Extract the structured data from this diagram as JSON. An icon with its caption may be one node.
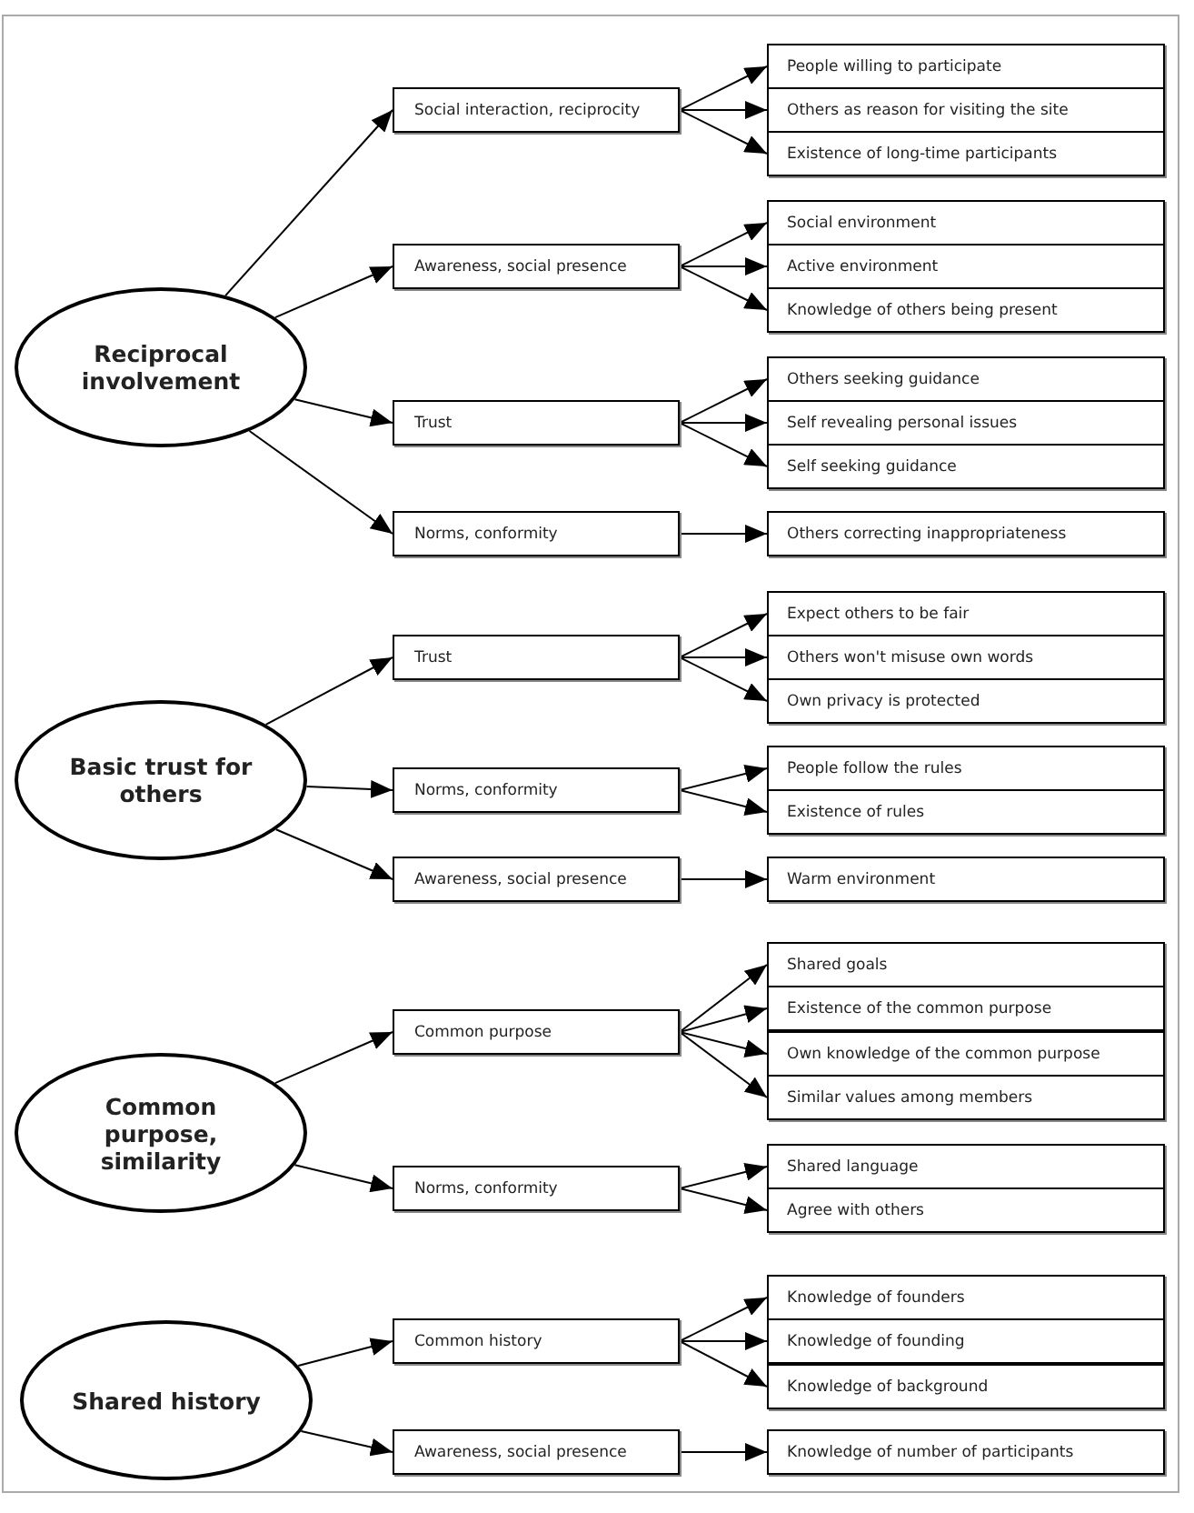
{
  "diagram": {
    "nodes": [
      {
        "text": [
          "Reciprocal involvement"
        ]
      },
      {
        "text": [
          "Social interaction, reciprocity"
        ]
      },
      {
        "text": [
          "People willing to participate"
        ]
      },
      {
        "text": [
          "Others as reason for visiting the site"
        ]
      },
      {
        "text": [
          "Existence of long-time participants"
        ]
      },
      {
        "text": [
          "Awareness, social presence"
        ]
      },
      {
        "text": [
          "Social environment"
        ]
      },
      {
        "text": [
          "Active environment"
        ]
      },
      {
        "text": [
          "Knowledge of others being present"
        ]
      },
      {
        "text": [
          "Trust"
        ]
      },
      {
        "text": [
          "Others seeking guidance"
        ]
      },
      {
        "text": [
          "Self revealing personal issues"
        ]
      },
      {
        "text": [
          "Self seeking guidance"
        ]
      },
      {
        "text": [
          "Norms, conformity"
        ]
      },
      {
        "text": [
          "Others correcting inappropriateness"
        ]
      },
      {
        "text": [
          "Basic trust for others"
        ]
      },
      {
        "text": [
          "Trust"
        ]
      },
      {
        "text": [
          "Expect others to be fair"
        ]
      },
      {
        "text": [
          "Others won't misuse own words"
        ]
      },
      {
        "text": [
          "Own privacy is protected"
        ]
      },
      {
        "text": [
          "Norms, conformity"
        ]
      },
      {
        "text": [
          "People follow the rules"
        ]
      },
      {
        "text": [
          "Existence of rules"
        ]
      },
      {
        "text": [
          "Awareness, social presence"
        ]
      },
      {
        "text": [
          "Warm environment"
        ]
      },
      {
        "text": [
          "Common purpose, similarity"
        ]
      },
      {
        "text": [
          "Common purpose"
        ]
      },
      {
        "text": [
          "Shared goals"
        ]
      },
      {
        "text": [
          "Existence of the common purpose"
        ]
      },
      {
        "text": [
          "Own knowledge of the common purpose"
        ]
      },
      {
        "text": [
          "Similar values among members"
        ]
      },
      {
        "text": [
          "Norms, conformity"
        ]
      },
      {
        "text": [
          "Shared language"
        ]
      },
      {
        "text": [
          "Agree with others"
        ]
      },
      {
        "text": [
          "Shared history"
        ]
      },
      {
        "text": [
          "Common history"
        ]
      },
      {
        "text": [
          "Knowledge of founders"
        ]
      },
      {
        "text": [
          "Knowledge of founding"
        ]
      },
      {
        "text": [
          "Knowledge of background"
        ]
      },
      {
        "text": [
          "Awareness, social presence"
        ]
      },
      {
        "text": [
          "Knowledge of number of participants"
        ]
      }
    ],
    "edges": [
      {
        "from": 0,
        "to": 1,
        "arrow": "to"
      },
      {
        "from": 0,
        "to": 5,
        "arrow": "to"
      },
      {
        "from": 0,
        "to": 9,
        "arrow": "to"
      },
      {
        "from": 0,
        "to": 13,
        "arrow": "to"
      },
      {
        "from": 1,
        "to": 2,
        "arrow": "to"
      },
      {
        "from": 1,
        "to": 3,
        "arrow": "to"
      },
      {
        "from": 1,
        "to": 4,
        "arrow": "to"
      },
      {
        "from": 5,
        "to": 6,
        "arrow": "to"
      },
      {
        "from": 5,
        "to": 7,
        "arrow": "to"
      },
      {
        "from": 5,
        "to": 8,
        "arrow": "to"
      },
      {
        "from": 9,
        "to": 10,
        "arrow": "to"
      },
      {
        "from": 9,
        "to": 11,
        "arrow": "to"
      },
      {
        "from": 9,
        "to": 12,
        "arrow": "to"
      },
      {
        "from": 13,
        "to": 14,
        "arrow": "to"
      },
      {
        "from": 15,
        "to": 16,
        "arrow": "to"
      },
      {
        "from": 15,
        "to": 20,
        "arrow": "to"
      },
      {
        "from": 15,
        "to": 23,
        "arrow": "to"
      },
      {
        "from": 16,
        "to": 17,
        "arrow": "to"
      },
      {
        "from": 16,
        "to": 18,
        "arrow": "to"
      },
      {
        "from": 16,
        "to": 19,
        "arrow": "to"
      },
      {
        "from": 20,
        "to": 21,
        "arrow": "to"
      },
      {
        "from": 20,
        "to": 22,
        "arrow": "to"
      },
      {
        "from": 23,
        "to": 24,
        "arrow": "to"
      },
      {
        "from": 25,
        "to": 26,
        "arrow": "to"
      },
      {
        "from": 25,
        "to": 31,
        "arrow": "to"
      },
      {
        "from": 26,
        "to": 27,
        "arrow": "to"
      },
      {
        "from": 26,
        "to": 28,
        "arrow": "to"
      },
      {
        "from": 26,
        "to": 29,
        "arrow": "to"
      },
      {
        "from": 26,
        "to": 30,
        "arrow": "to"
      },
      {
        "from": 31,
        "to": 32,
        "arrow": "to"
      },
      {
        "from": 31,
        "to": 33,
        "arrow": "to"
      },
      {
        "from": 34,
        "to": 35,
        "arrow": "to"
      },
      {
        "from": 34,
        "to": 39,
        "arrow": "to"
      },
      {
        "from": 35,
        "to": 36,
        "arrow": "to"
      },
      {
        "from": 35,
        "to": 37,
        "arrow": "to"
      },
      {
        "from": 35,
        "to": 38,
        "arrow": "to"
      },
      {
        "from": 39,
        "to": 40,
        "arrow": "to"
      }
    ]
  }
}
